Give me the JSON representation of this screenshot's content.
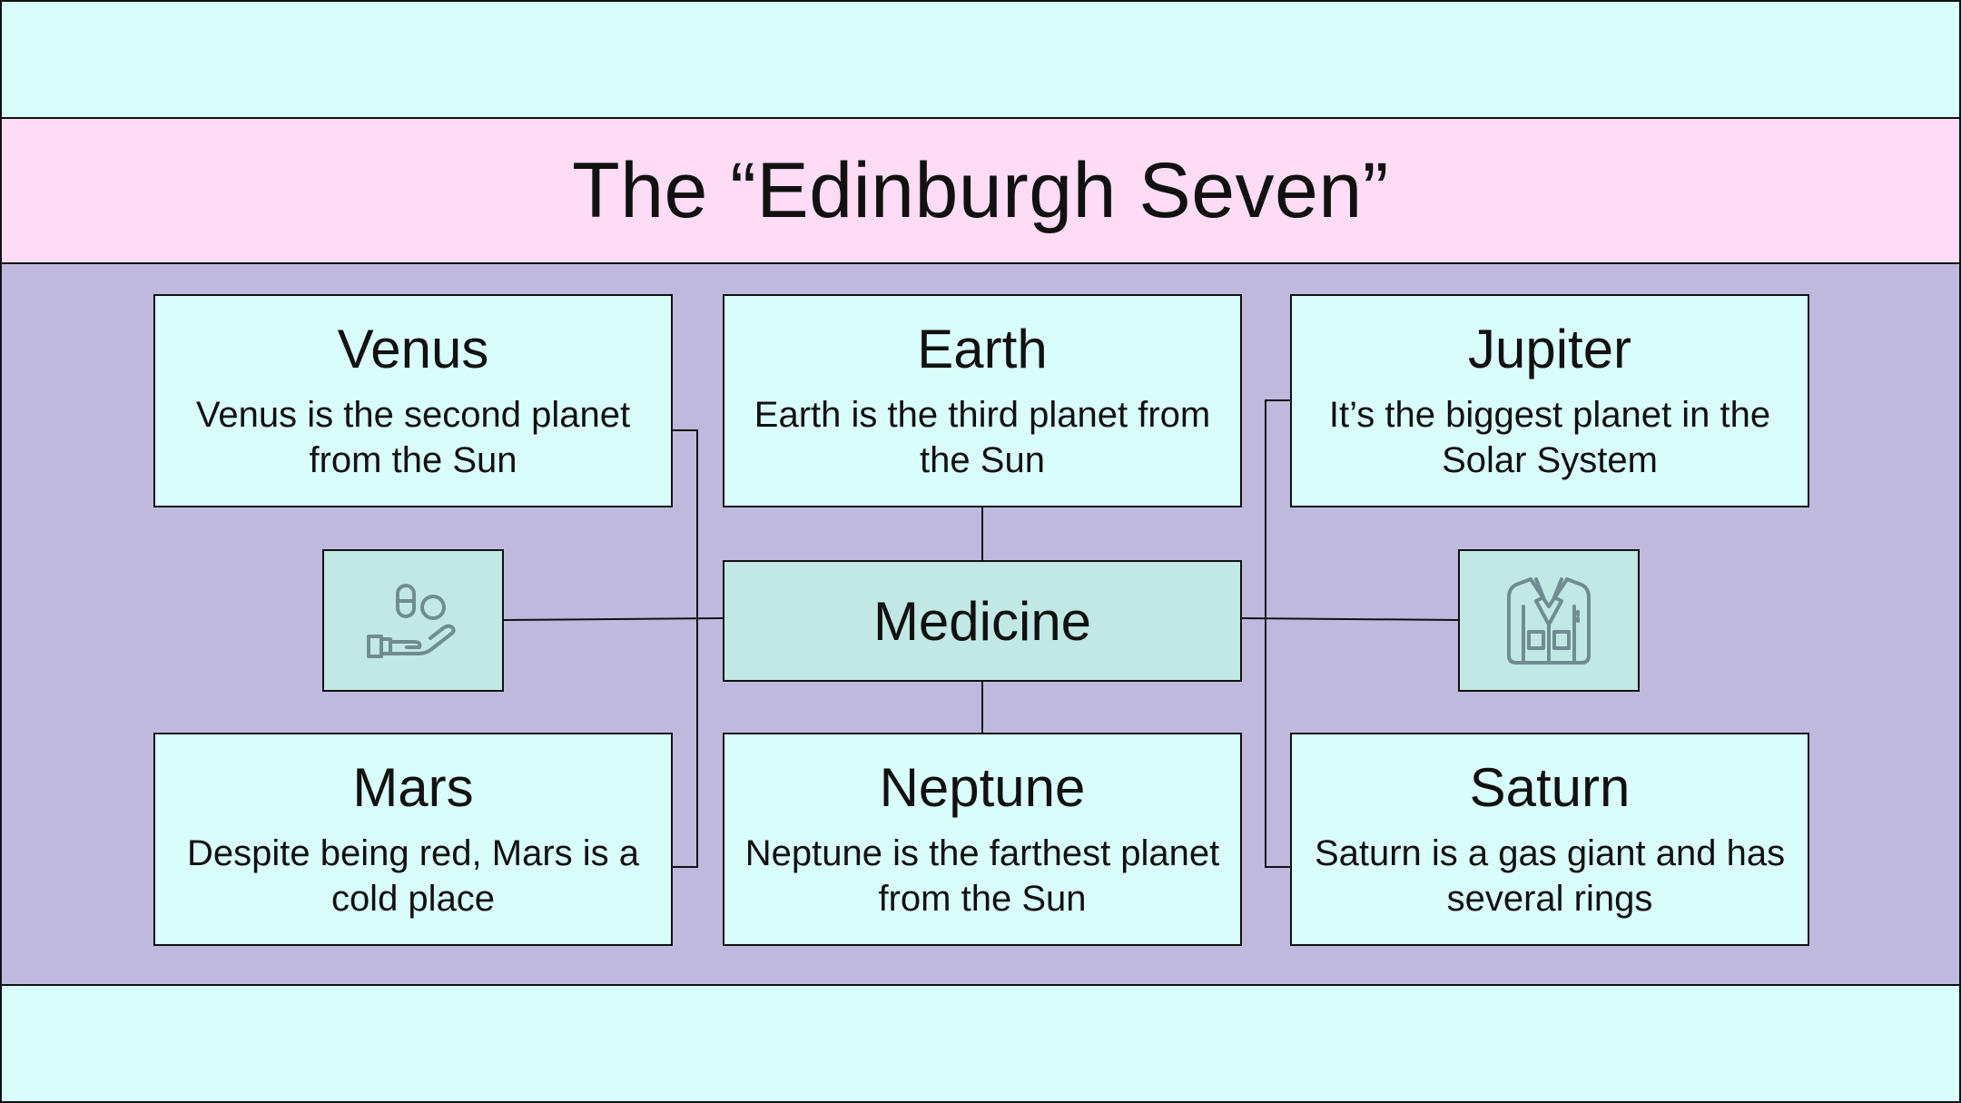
{
  "title": "The “Edinburgh Seven”",
  "center": {
    "label": "Medicine"
  },
  "cards": [
    {
      "title": "Venus",
      "description": "Venus is the second planet from the Sun"
    },
    {
      "title": "Earth",
      "description": "Earth is the third planet from the Sun"
    },
    {
      "title": "Jupiter",
      "description": "It’s the biggest planet in the Solar System"
    },
    {
      "title": "Mars",
      "description": "Despite being red, Mars is a cold place"
    },
    {
      "title": "Neptune",
      "description": "Neptune is the farthest planet from the Sun"
    },
    {
      "title": "Saturn",
      "description": "Saturn is a gas giant and has several rings"
    }
  ],
  "icons": {
    "left": "medicine-hand-icon",
    "right": "doctor-coat-icon"
  },
  "colors": {
    "background_bands": "#d9fdfb",
    "title_band": "#ffdcf6",
    "main_panel": "#c0b9de",
    "center_box": "#c1e8e4",
    "icon_stroke": "#6f8c91"
  }
}
